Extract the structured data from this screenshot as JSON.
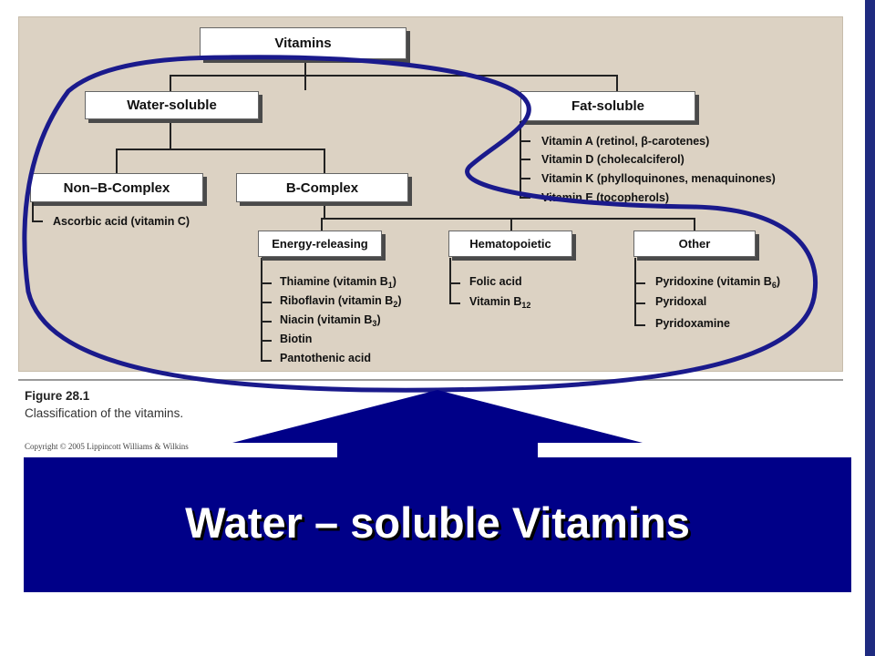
{
  "diagram": {
    "root": "Vitamins",
    "water_soluble": {
      "label": "Water-soluble",
      "non_b_complex": {
        "label": "Non–B-Complex",
        "items": [
          "Ascorbic acid (vitamin C)"
        ]
      },
      "b_complex": {
        "label": "B-Complex",
        "energy_releasing": {
          "label": "Energy-releasing",
          "items": [
            {
              "text": "Thiamine (vitamin B",
              "sub": "1",
              "after": ")"
            },
            {
              "text": "Riboflavin (vitamin B",
              "sub": "2",
              "after": ")"
            },
            {
              "text": "Niacin (vitamin B",
              "sub": "3",
              "after": ")"
            },
            {
              "text": "Biotin",
              "sub": "",
              "after": ""
            },
            {
              "text": "Pantothenic acid",
              "sub": "",
              "after": ""
            }
          ]
        },
        "hematopoietic": {
          "label": "Hematopoietic",
          "items": [
            {
              "text": "Folic acid",
              "sub": "",
              "after": ""
            },
            {
              "text": "Vitamin B",
              "sub": "12",
              "after": ""
            }
          ]
        },
        "other": {
          "label": "Other",
          "items": [
            {
              "text": "Pyridoxine (vitamin B",
              "sub": "6",
              "after": ")"
            },
            {
              "text": "Pyridoxal",
              "sub": "",
              "after": ""
            },
            {
              "text": "Pyridoxamine",
              "sub": "",
              "after": ""
            }
          ]
        }
      }
    },
    "fat_soluble": {
      "label": "Fat-soluble",
      "items": [
        "Vitamin A (retinol, β-carotenes)",
        "Vitamin D (cholecalciferol)",
        "Vitamin K (phylloquinones, menaquinones)",
        "Vitamin E (tocopherols)"
      ]
    }
  },
  "caption": {
    "label": "Figure 28.1",
    "text": "Classification of the vitamins.",
    "copyright": "Copyright © 2005 Lippincott Williams & Wilkins"
  },
  "banner": {
    "title": "Water – soluble Vitamins"
  },
  "colors": {
    "panel": "#dcd2c3",
    "banner": "#000088",
    "loop_stroke": "#1a1a8c"
  }
}
